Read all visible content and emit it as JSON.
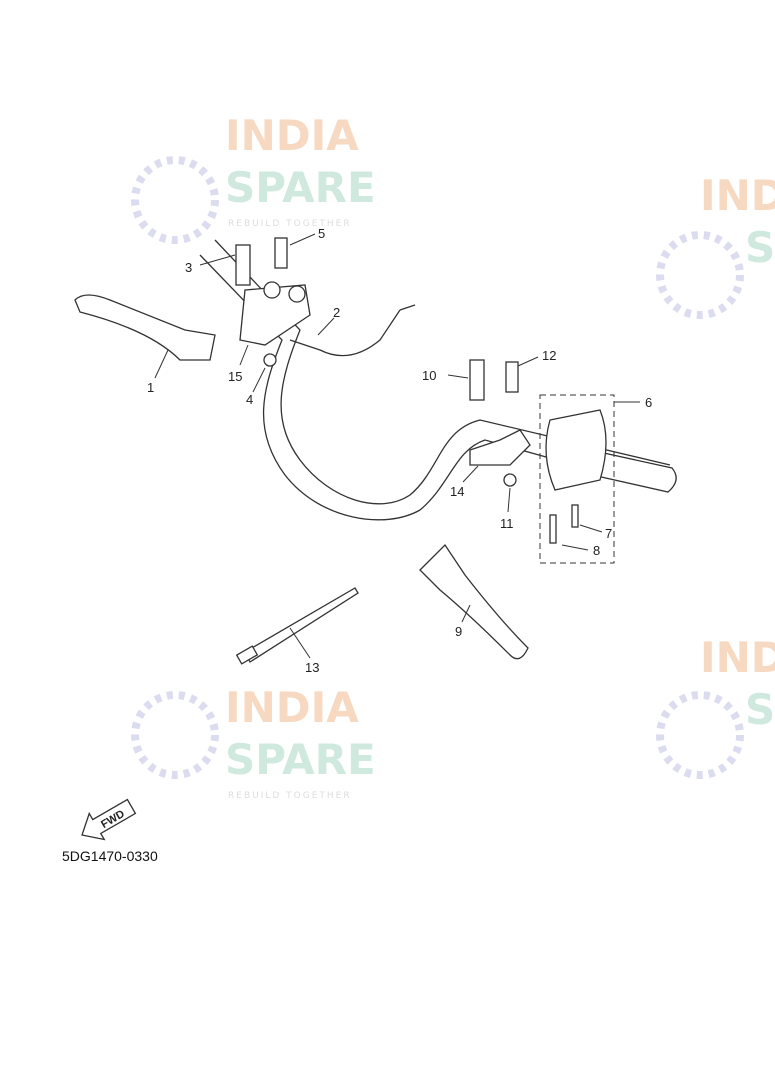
{
  "watermark": {
    "line1": "INDIA",
    "line2": "SPARE",
    "tagline": "REBUILD TOGETHER",
    "colors": {
      "india": "#f6d9c0",
      "spare": "#cfe9df",
      "icon": "#dcdcf0"
    }
  },
  "callouts": [
    "1",
    "2",
    "3",
    "4",
    "5",
    "6",
    "7",
    "8",
    "9",
    "10",
    "11",
    "12",
    "13",
    "14",
    "15"
  ],
  "forward_arrow_label": "FWD",
  "diagram_code": "5DG1470-0330"
}
